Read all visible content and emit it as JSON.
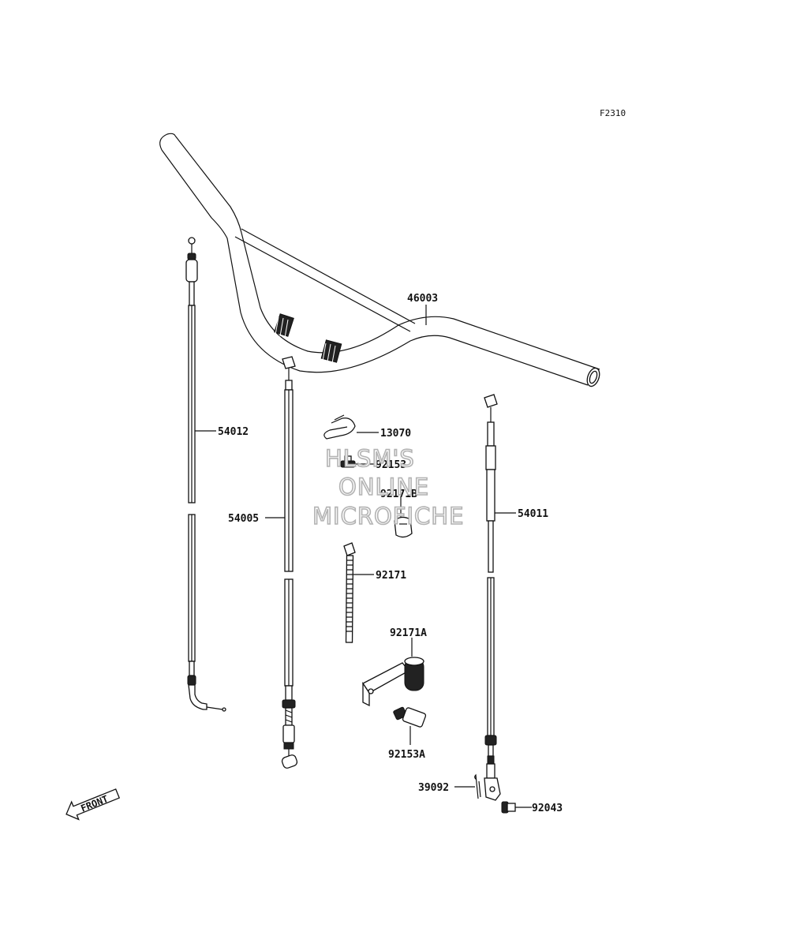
{
  "figure_code": "F2310",
  "watermark": {
    "line1": "HLSM'S",
    "line2": "ONLINE",
    "line3": "MICROFICHE"
  },
  "front_arrow_label": "FRONT",
  "parts": {
    "handlebar": "46003",
    "throttle_cable": "54012",
    "clutch_cable": "54005",
    "brake_cable": "54011",
    "holder_wire": "13070",
    "bolt_top": "92153",
    "clamp_b": "92171B",
    "band": "92171",
    "clamp_a": "92171A",
    "bolt_a": "92153A",
    "cotter_pin": "39092",
    "pin": "92043"
  }
}
